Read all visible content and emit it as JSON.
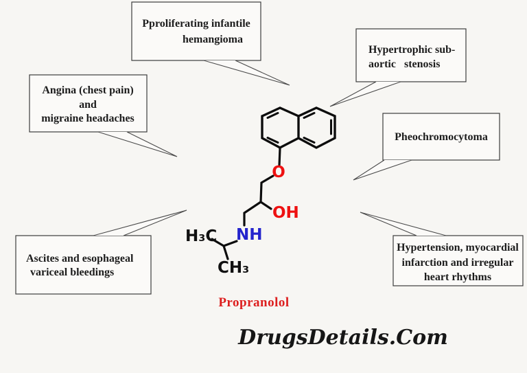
{
  "page": {
    "background_color": "#f7f6f3",
    "box_fill_color": "#fbfaf8",
    "box_border_color": "#3c3c3c",
    "text_color": "#1c1c1c"
  },
  "callouts": {
    "hemangioma": {
      "line1": "Pproliferating infantile",
      "line2": "hemangioma"
    },
    "subaortic": {
      "line1": "Hypertrophic sub-",
      "line2": "aortic   stenosis"
    },
    "angina": {
      "line1": "Angina (chest pain)",
      "line2": "and",
      "line3": "migraine headaches"
    },
    "pheochromocytoma": {
      "line1": "Pheochromocytoma"
    },
    "ascites": {
      "line1": "Ascites and esophageal",
      "line2": "variceal bleedings"
    },
    "hypertension": {
      "line1": "Hypertension, myocardial",
      "line2": "infarction and irregular",
      "line3": "heart rhythms"
    }
  },
  "molecule": {
    "name": "Propranolol",
    "name_color": "#dd1f1f",
    "bond_color": "#0d0d0d",
    "oxygen_color": "#ee1111",
    "nitrogen_color": "#2424cc",
    "carbon_color": "#111111",
    "atoms": {
      "ether_oxygen": "O",
      "hydroxyl": "OH",
      "amine": "NH",
      "methyl_left": "H₃C",
      "methyl_bottom": "CH₃"
    }
  },
  "watermark": {
    "text": "DrugsDetails.Com",
    "color": "#161616"
  }
}
